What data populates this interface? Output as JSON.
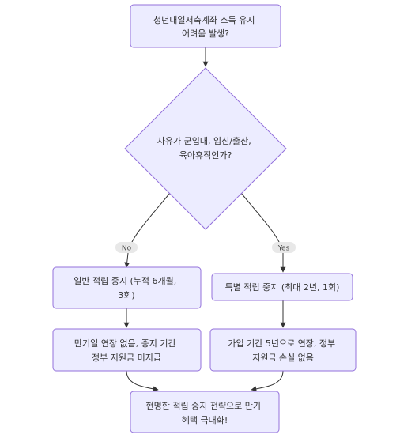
{
  "colors": {
    "node_fill": "#ECECFF",
    "node_stroke": "#9370DB",
    "edge_stroke": "#333333",
    "label_bg": "#E8E8E8",
    "text": "#333333"
  },
  "nodes": {
    "start": {
      "lines": [
        "청년내일저축계좌 소득 유지",
        "어려움 발생?"
      ]
    },
    "decision": {
      "lines": [
        "사유가 군입대, 임신/출산,",
        "육아휴직인가?"
      ]
    },
    "general_pause": {
      "lines": [
        "일반 적립 중지 (누적 6개월,",
        "3회)"
      ]
    },
    "special_pause": {
      "lines": [
        "특별 적립 중지 (최대 2년, 1회)"
      ]
    },
    "general_result": {
      "lines": [
        "만기일 연장 없음, 중지 기간",
        "정부 지원금 미지급"
      ]
    },
    "special_result": {
      "lines": [
        "가입 기간 5년으로 연장, 정부",
        "지원금 손실 없음"
      ]
    },
    "final": {
      "lines": [
        "현명한 적립 중지 전략으로 만기",
        "혜택 극대화!"
      ]
    }
  },
  "edge_labels": {
    "no": "No",
    "yes": "Yes"
  }
}
